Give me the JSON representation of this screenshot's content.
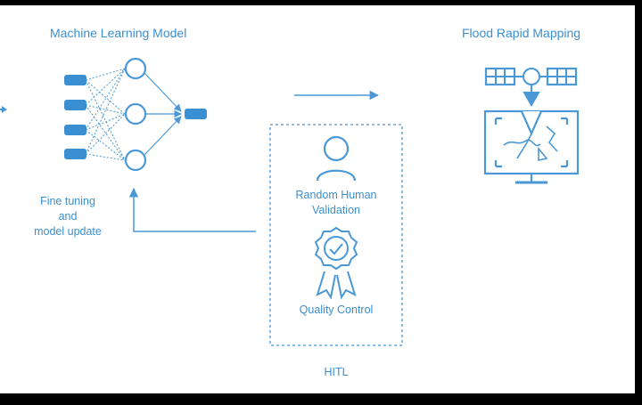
{
  "colors": {
    "accent": "#3a8fd2",
    "line": "#4a98d6",
    "background": "#ffffff",
    "frame": "#000000"
  },
  "model": {
    "title": "Machine Learning Model"
  },
  "mapping": {
    "title": "Flood Rapid Mapping"
  },
  "feedback": {
    "line1": "Fine tuning",
    "line2": "and",
    "line3": "model update"
  },
  "hitl": {
    "label": "HITL",
    "validation_line1": "Random Human",
    "validation_line2": "Validation",
    "quality_label": "Quality Control"
  },
  "icons": {
    "neural_network": "neural-network-icon",
    "person": "person-icon",
    "certificate": "certificate-badge-icon",
    "satellite": "satellite-icon",
    "monitor_map": "map-monitor-icon"
  }
}
